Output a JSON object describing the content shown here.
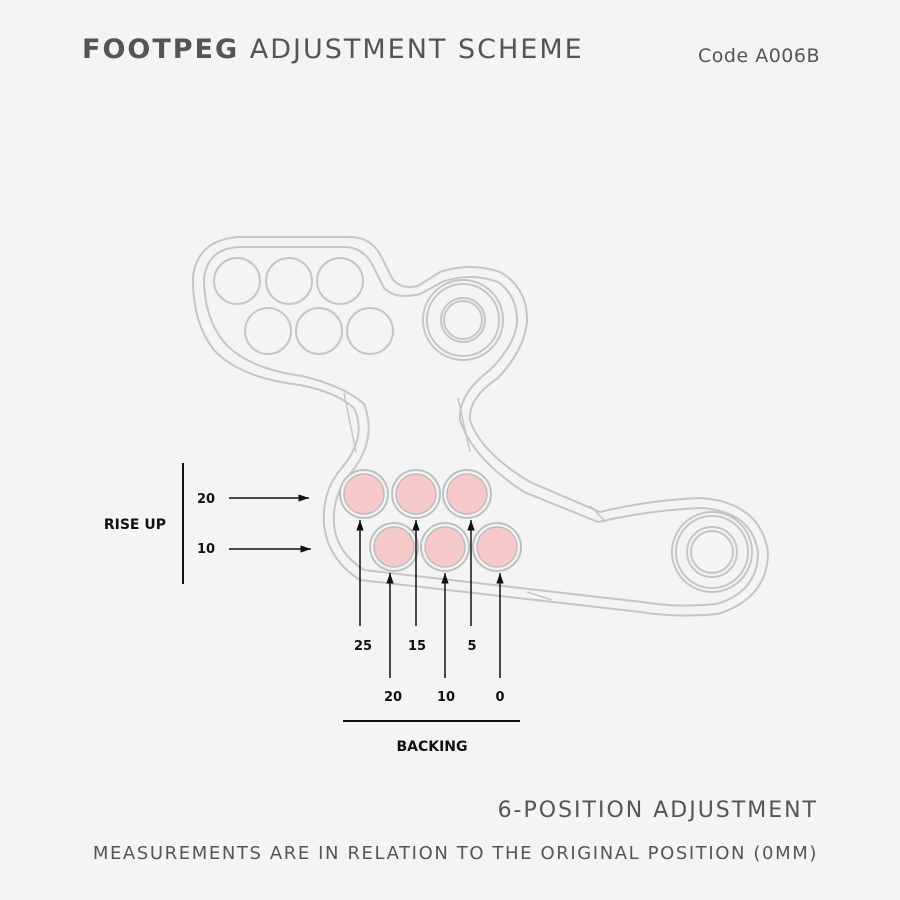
{
  "header": {
    "title_bold": "FOOTPEG",
    "title_rest": "ADJUSTMENT SCHEME",
    "code": "Code A006B"
  },
  "diagram": {
    "rise_up": {
      "label": "RISE UP",
      "values": [
        "20",
        "10"
      ]
    },
    "backing": {
      "label": "BACKING",
      "upper_row_values": [
        "25",
        "15",
        "5"
      ],
      "lower_row_values": [
        "20",
        "10",
        "0"
      ]
    },
    "colors": {
      "outline": "#c6c6c6",
      "hole_fill": "#f6c9c9",
      "hole_ring": "#c0c0c0",
      "arrow": "#111111"
    }
  },
  "footer": {
    "positions": "6-POSITION ADJUSTMENT",
    "note": "MEASUREMENTS ARE IN RELATION TO THE ORIGINAL POSITION (0MM)"
  }
}
